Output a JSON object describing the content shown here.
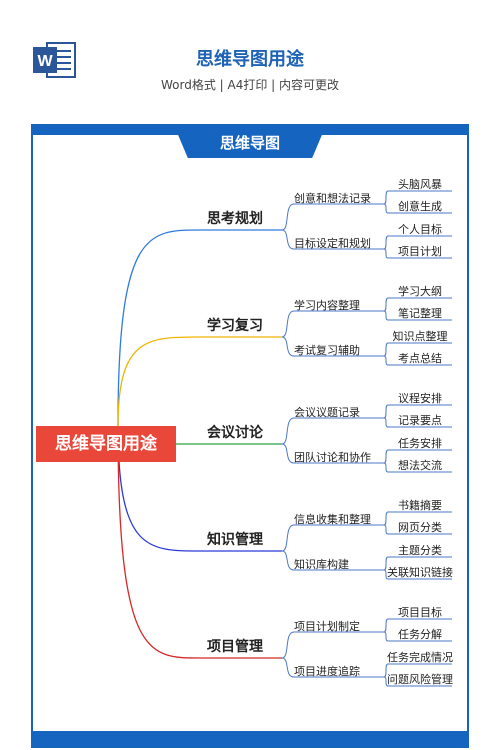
{
  "header": {
    "title": "思维导图用途",
    "subtitle": "Word格式 | A4打印 | 内容可更改",
    "icon": "word-doc-icon",
    "icon_letter": "W"
  },
  "card": {
    "tab_label": "思维导图"
  },
  "mindmap": {
    "root": "思维导图用途",
    "colors": {
      "root": "#e8473a",
      "branches": [
        "#2d7be0",
        "#f0b400",
        "#2ea043",
        "#2a3bd6",
        "#d62828"
      ],
      "twig": "#4a78c8"
    },
    "branches": [
      {
        "label": "思考规划",
        "subs": [
          {
            "label": "创意和想法记录",
            "leaves": [
              "头脑风暴",
              "创意生成"
            ]
          },
          {
            "label": "目标设定和规划",
            "leaves": [
              "个人目标",
              "项目计划"
            ]
          }
        ]
      },
      {
        "label": "学习复习",
        "subs": [
          {
            "label": "学习内容整理",
            "leaves": [
              "学习大纲",
              "笔记整理"
            ]
          },
          {
            "label": "考试复习辅助",
            "leaves": [
              "知识点整理",
              "考点总结"
            ]
          }
        ]
      },
      {
        "label": "会议讨论",
        "subs": [
          {
            "label": "会议议题记录",
            "leaves": [
              "议程安排",
              "记录要点"
            ]
          },
          {
            "label": "团队讨论和协作",
            "leaves": [
              "任务安排",
              "想法交流"
            ]
          }
        ]
      },
      {
        "label": "知识管理",
        "subs": [
          {
            "label": "信息收集和整理",
            "leaves": [
              "书籍摘要",
              "网页分类"
            ]
          },
          {
            "label": "知识库构建",
            "leaves": [
              "主题分类",
              "关联知识链接"
            ]
          }
        ]
      },
      {
        "label": "项目管理",
        "subs": [
          {
            "label": "项目计划制定",
            "leaves": [
              "项目目标",
              "任务分解"
            ]
          },
          {
            "label": "项目进度追踪",
            "leaves": [
              "任务完成情况",
              "问题风险管理"
            ]
          }
        ]
      }
    ]
  }
}
